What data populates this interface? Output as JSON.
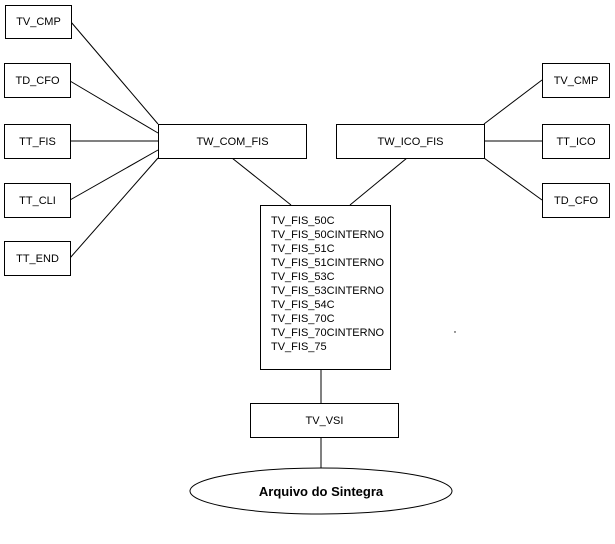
{
  "left_tables": [
    "TV_CMP",
    "TD_CFO",
    "TT_FIS",
    "TT_CLI",
    "TT_END"
  ],
  "left_view": "TW_COM_FIS",
  "right_view": "TW_ICO_FIS",
  "right_tables": [
    "TV_CMP",
    "TT_ICO",
    "TD_CFO"
  ],
  "central_views": [
    "TV_FIS_50C",
    "TV_FIS_50CINTERNO",
    "TV_FIS_51C",
    "TV_FIS_51CINTERNO",
    "TV_FIS_53C",
    "TV_FIS_53CINTERNO",
    "TV_FIS_54C",
    "TV_FIS_70C",
    "TV_FIS_70CINTERNO",
    "TV_FIS_75"
  ],
  "summary_view": "TV_VSI",
  "output_file": "Arquivo do Sintegra",
  "colors": {
    "line": "#000000",
    "background": "#ffffff"
  }
}
